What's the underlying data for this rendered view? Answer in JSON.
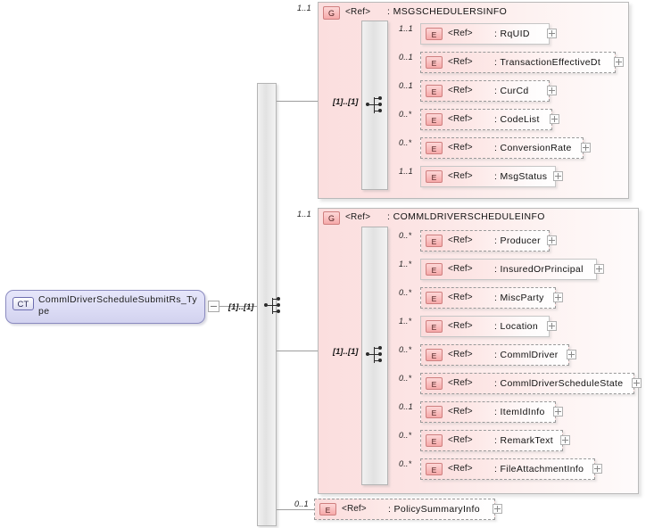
{
  "diagram": {
    "kind": "xsd-schema-diagram",
    "root": {
      "badge": "CT",
      "label": "CommlDriverScheduleSubmitRs_Type",
      "occurrence": "[1]..[1]"
    },
    "groups": [
      {
        "id": "msgschedulersinfo",
        "badge": "G",
        "ref": "<Ref>",
        "name": ": MSGSCHEDULERSINFO",
        "outer_occurrence": "1..1",
        "inner_occurrence": "[1]..[1]",
        "children": [
          {
            "badge": "E",
            "ref": "<Ref>",
            "name": ": RqUID",
            "occurrence": "1..1",
            "optional": false,
            "expandable": true
          },
          {
            "badge": "E",
            "ref": "<Ref>",
            "name": ": TransactionEffectiveDt",
            "occurrence": "0..1",
            "optional": true,
            "expandable": true
          },
          {
            "badge": "E",
            "ref": "<Ref>",
            "name": ": CurCd",
            "occurrence": "0..1",
            "optional": true,
            "expandable": true
          },
          {
            "badge": "E",
            "ref": "<Ref>",
            "name": ": CodeList",
            "occurrence": "0..*",
            "optional": true,
            "expandable": true
          },
          {
            "badge": "E",
            "ref": "<Ref>",
            "name": ": ConversionRate",
            "occurrence": "0..*",
            "optional": true,
            "expandable": true
          },
          {
            "badge": "E",
            "ref": "<Ref>",
            "name": ": MsgStatus",
            "occurrence": "1..1",
            "optional": false,
            "expandable": true
          }
        ]
      },
      {
        "id": "commldriverscheduleinfo",
        "badge": "G",
        "ref": "<Ref>",
        "name": ": COMMLDRIVERSCHEDULEINFO",
        "outer_occurrence": "1..1",
        "inner_occurrence": "[1]..[1]",
        "children": [
          {
            "badge": "E",
            "ref": "<Ref>",
            "name": ": Producer",
            "occurrence": "0..*",
            "optional": true,
            "expandable": true
          },
          {
            "badge": "E",
            "ref": "<Ref>",
            "name": ": InsuredOrPrincipal",
            "occurrence": "1..*",
            "optional": false,
            "expandable": true
          },
          {
            "badge": "E",
            "ref": "<Ref>",
            "name": ": MiscParty",
            "occurrence": "0..*",
            "optional": true,
            "expandable": true
          },
          {
            "badge": "E",
            "ref": "<Ref>",
            "name": ": Location",
            "occurrence": "1..*",
            "optional": false,
            "expandable": true
          },
          {
            "badge": "E",
            "ref": "<Ref>",
            "name": ": CommlDriver",
            "occurrence": "0..*",
            "optional": true,
            "expandable": true
          },
          {
            "badge": "E",
            "ref": "<Ref>",
            "name": ": CommlDriverScheduleState",
            "occurrence": "0..*",
            "optional": true,
            "expandable": true
          },
          {
            "badge": "E",
            "ref": "<Ref>",
            "name": ": ItemIdInfo",
            "occurrence": "0..1",
            "optional": true,
            "expandable": true
          },
          {
            "badge": "E",
            "ref": "<Ref>",
            "name": ": RemarkText",
            "occurrence": "0..*",
            "optional": true,
            "expandable": true
          },
          {
            "badge": "E",
            "ref": "<Ref>",
            "name": ": FileAttachmentInfo",
            "occurrence": "0..*",
            "optional": true,
            "expandable": true
          }
        ]
      }
    ],
    "standalone_elements": [
      {
        "badge": "E",
        "ref": "<Ref>",
        "name": ": PolicySummaryInfo",
        "occurrence": "0..1",
        "optional": true,
        "expandable": true
      }
    ],
    "colors": {
      "complex_type_fill": "#e0e0f5",
      "complex_type_border": "#8b8bc0",
      "group_fill": "#fbdede",
      "element_fill": "#fbdcdc",
      "badge_fill": "#f6a9a9",
      "badge_border": "#cf7f7f",
      "connector": "#9d9d9d",
      "rail_fill": "#e8e8e8",
      "background": "#ffffff"
    }
  }
}
